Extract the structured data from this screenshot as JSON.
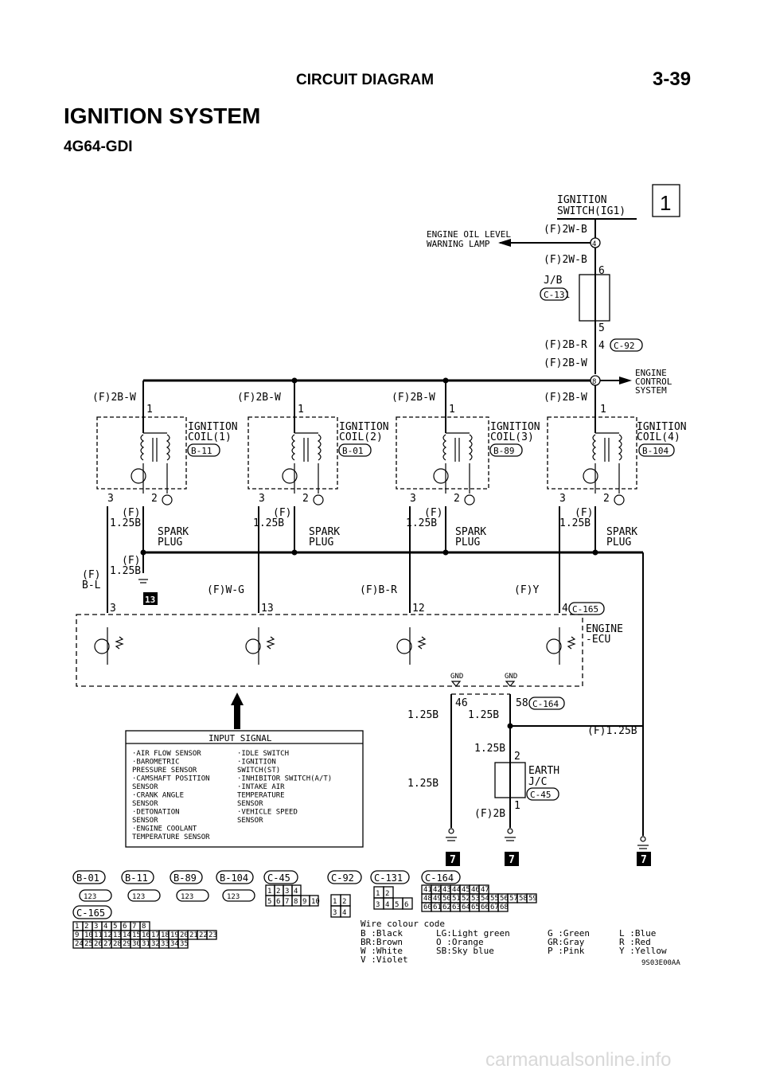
{
  "header": {
    "section": "CIRCUIT DIAGRAM",
    "page_number": "3-39",
    "title": "IGNITION SYSTEM",
    "subtitle": "4G64-GDI"
  },
  "badges": {
    "page_ref": "1",
    "ground_ref_13": "13",
    "ground_ref": "7"
  },
  "ignition_switch": {
    "line1": "IGNITION",
    "line2": "SWITCH(IG1)"
  },
  "warning_lamp": {
    "line1": "ENGINE OIL LEVEL",
    "line2": "WARNING LAMP"
  },
  "wires": {
    "w2w_b_top": "(F)2W-B",
    "w2w_b": "(F)2W-B",
    "w2b_r": "(F)2B-R",
    "w2b_w_main": "(F)2B-W",
    "w2b_w_c1": "(F)2B-W",
    "w2b_w_c2": "(F)2B-W",
    "w2b_w_c3": "(F)2B-W",
    "w2b_w_c4": "(F)2B-W",
    "f_c1": "(F)",
    "f_c2": "(F)",
    "f_c3": "(F)",
    "f_c4": "(F)",
    "g125_c1": "1.25B",
    "g125_c2": "1.25B",
    "g125_c3": "1.25B",
    "g125_c4": "1.25B",
    "f_left": "(F)",
    "g125_left": "1.25B",
    "f_bl1": "(F)",
    "f_bl2": "B-L",
    "wg": "(F)W-G",
    "br": "(F)B-R",
    "fy": "(F)Y",
    "g125_46": "1.25B",
    "g125_58": "1.25B",
    "f125_right": "(F)1.25B",
    "g125_earth": "1.25B",
    "g125_left_low": "1.25B",
    "f2b": "(F)2B"
  },
  "junction": {
    "jb": "J/B",
    "c131": "C-131",
    "pin6": "6",
    "pin5": "5",
    "pin4": "4",
    "c92": "C-92",
    "pin4_circle": "4",
    "pin8_circle": "8"
  },
  "ecs": {
    "line1": "ENGINE",
    "line2": "CONTROL",
    "line3": "SYSTEM"
  },
  "coils": [
    {
      "pin_top": "1",
      "name1": "IGNITION",
      "name2": "COIL(1)",
      "conn": "B-11",
      "pin3": "3",
      "pin2": "2",
      "plug1": "SPARK",
      "plug2": "PLUG"
    },
    {
      "pin_top": "1",
      "name1": "IGNITION",
      "name2": "COIL(2)",
      "conn": "B-01",
      "pin3": "3",
      "pin2": "2",
      "plug1": "SPARK",
      "plug2": "PLUG"
    },
    {
      "pin_top": "1",
      "name1": "IGNITION",
      "name2": "COIL(3)",
      "conn": "B-89",
      "pin3": "3",
      "pin2": "2",
      "plug1": "SPARK",
      "plug2": "PLUG"
    },
    {
      "pin_top": "1",
      "name1": "IGNITION",
      "name2": "COIL(4)",
      "conn": "B-104",
      "pin3": "3",
      "pin2": "2",
      "plug1": "SPARK",
      "plug2": "PLUG"
    }
  ],
  "ecu": {
    "line1": "ENGINE",
    "line2": "-ECU",
    "pin3": "3",
    "pin13": "13",
    "pin12": "12",
    "pin4": "4",
    "conn165": "C-165",
    "gnd1": "GND",
    "gnd2": "GND",
    "pin46": "46",
    "pin58": "58",
    "conn164": "C-164"
  },
  "earth": {
    "line1": "EARTH",
    "line2": "J/C",
    "conn": "C-45",
    "pin2": "2",
    "pin1": "1"
  },
  "input_signal": {
    "title": "INPUT SIGNAL",
    "left": [
      "·AIR FLOW SENSOR",
      "·BAROMETRIC",
      "PRESSURE SENSOR",
      "·CAMSHAFT POSITION",
      "SENSOR",
      "·CRANK ANGLE",
      "SENSOR",
      "·DETONATION",
      "SENSOR",
      "·ENGINE COOLANT",
      "TEMPERATURE SENSOR"
    ],
    "right": [
      "·IDLE SWITCH",
      "·IGNITION",
      "SWITCH(ST)",
      "·INHIBITOR SWITCH(A/T)",
      "·INTAKE AIR",
      "TEMPERATURE",
      "SENSOR",
      "·VEHICLE SPEED",
      "SENSOR"
    ]
  },
  "connectors": {
    "b01": "B-01",
    "b11": "B-11",
    "b89": "B-89",
    "b104": "B-104",
    "c45": "C-45",
    "c92": "C-92",
    "c131": "C-131",
    "c164": "C-164",
    "c165": "C-165",
    "coil_pins": "123",
    "c45_row1": [
      "1",
      "2",
      "3",
      "4"
    ],
    "c45_row2": [
      "5",
      "6",
      "7",
      "8",
      "9",
      "10"
    ],
    "c92_row1": [
      "1",
      "2"
    ],
    "c92_row2": [
      "3",
      "4"
    ],
    "c131_row1": [
      "1",
      "2"
    ],
    "c131_row2": [
      "3",
      "4",
      "5",
      "6"
    ],
    "c164_row1": [
      "41",
      "42",
      "43",
      "44",
      "45",
      "46",
      "47"
    ],
    "c164_row2": [
      "48",
      "49",
      "50",
      "51",
      "52",
      "53",
      "54",
      "55",
      "56",
      "57",
      "58",
      "59"
    ],
    "c164_row3": [
      "60",
      "61",
      "62",
      "63",
      "64",
      "65",
      "66",
      "67",
      "68"
    ],
    "c165_row1": [
      "1",
      "2",
      "3",
      "4",
      "5",
      "6",
      "7",
      "8"
    ],
    "c165_row2": [
      "9",
      "10",
      "11",
      "12",
      "13",
      "14",
      "15",
      "16",
      "17",
      "18",
      "19",
      "20",
      "21",
      "22",
      "23"
    ],
    "c165_row3": [
      "24",
      "25",
      "26",
      "27",
      "28",
      "29",
      "30",
      "31",
      "32",
      "33",
      "34",
      "35"
    ]
  },
  "wire_colour": {
    "title": "Wire colour code",
    "col1": [
      "B :Black",
      "BR:Brown",
      "W :White",
      "V :Violet"
    ],
    "col2": [
      "LG:Light green",
      "O :Orange",
      "SB:Sky blue"
    ],
    "col3": [
      "G :Green",
      "GR:Gray",
      "P :Pink"
    ],
    "col4": [
      "L :Blue",
      "R :Red",
      "Y :Yellow"
    ]
  },
  "figure_code": "9S03E00AA",
  "watermark": "carmanualsonline.info"
}
